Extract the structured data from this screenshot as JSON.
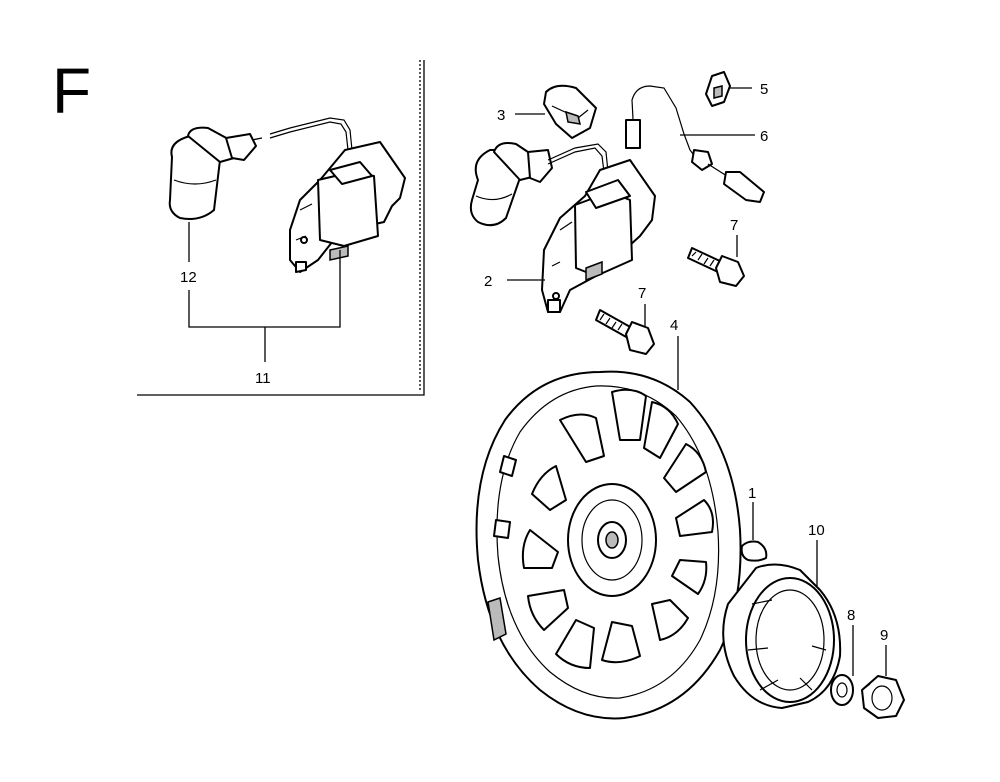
{
  "diagram": {
    "section_letter": "F",
    "callouts": {
      "p1": "1",
      "p2": "2",
      "p3": "3",
      "p4": "4",
      "p5": "5",
      "p6": "6",
      "p7a": "7",
      "p7b": "7",
      "p8": "8",
      "p9": "9",
      "p10": "10",
      "p11": "11",
      "p12": "12"
    }
  }
}
